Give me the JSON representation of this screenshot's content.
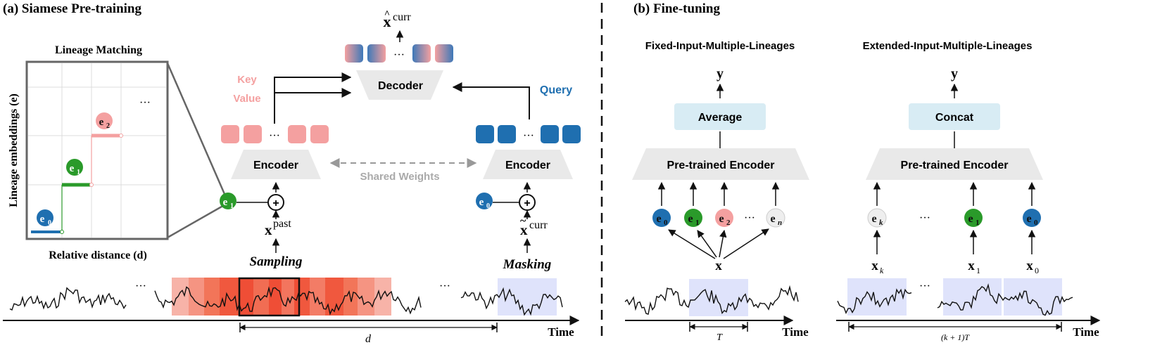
{
  "panel_a": {
    "title": "(a) Siamese Pre-training",
    "lineage_matching": {
      "title": "Lineage Matching",
      "y_label": "Lineage embeddings (e)",
      "x_label": "Relative distance (d)",
      "points": [
        {
          "sym": "e",
          "sub": "0"
        },
        {
          "sym": "e",
          "sub": "1"
        },
        {
          "sym": "e",
          "sub": "2"
        }
      ],
      "ellipsis": "···"
    },
    "decoder_output": {
      "sym": "x",
      "sup": "curr",
      "hat": "^"
    },
    "decoder_label": "Decoder",
    "key_label": "Key",
    "value_label": "Value",
    "query_label": "Query",
    "encoder_left": "Encoder",
    "encoder_right": "Encoder",
    "shared_weights": "Shared Weights",
    "ellipsis": "···",
    "left_embed": {
      "sym": "e",
      "sub": "1"
    },
    "right_embed": {
      "sym": "e",
      "sub": "0"
    },
    "plus": "+",
    "x_past": {
      "sym": "x",
      "sup": "past"
    },
    "x_curr": {
      "sym": "x",
      "sup": "curr",
      "tilde": "~"
    },
    "sampling": "Sampling",
    "masking": "Masking",
    "series_ellipsis": "···",
    "time": "Time",
    "d": "d"
  },
  "panel_b": {
    "title": "(b) Fine-tuning",
    "fixed": {
      "title": "Fixed-Input-Multiple-Lineages",
      "output": "y",
      "aggregator": "Average",
      "encoder": "Pre-trained Encoder",
      "lineages": [
        {
          "sym": "e",
          "sub": "0"
        },
        {
          "sym": "e",
          "sub": "1"
        },
        {
          "sym": "e",
          "sub": "2"
        },
        {
          "sym": "e",
          "sub": "n"
        }
      ],
      "ellipsis": "···",
      "input": "x",
      "time": "Time",
      "period": "T"
    },
    "extended": {
      "title": "Extended-Input-Multiple-Lineages",
      "output": "y",
      "aggregator": "Concat",
      "encoder": "Pre-trained Encoder",
      "lineages": [
        {
          "sym": "e",
          "sub": "k"
        },
        {
          "sym": "e",
          "sub": "1"
        },
        {
          "sym": "e",
          "sub": "0"
        }
      ],
      "inputs": [
        {
          "sym": "x",
          "sub": "k"
        },
        {
          "sym": "x",
          "sub": "1"
        },
        {
          "sym": "x",
          "sub": "0"
        }
      ],
      "ellipsis": "···",
      "time": "Time",
      "span": "(k + 1)T"
    }
  },
  "colors": {
    "red": "#f4a0a0",
    "red_strong": "#f2533b",
    "blue": "#1f6fb0",
    "green": "#2a9a2a",
    "mask": "#dfe3fb",
    "grey_box": "#e9e9e9",
    "agg_box": "#d8ecf4"
  }
}
